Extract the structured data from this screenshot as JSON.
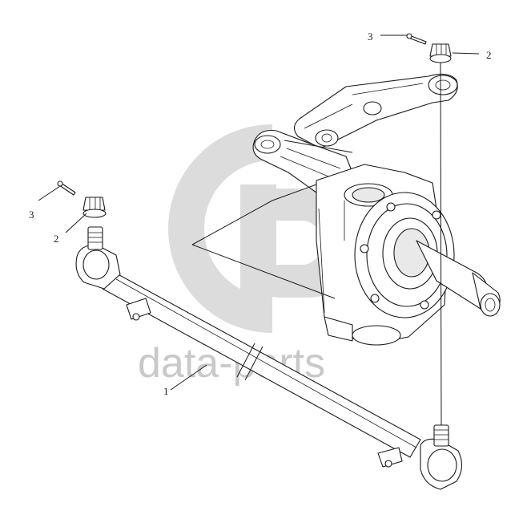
{
  "diagram": {
    "callouts": {
      "tie_rod": "1",
      "nut_left": "2",
      "cotter_pin_left": "3",
      "nut_top": "2",
      "cotter_pin_top": "3"
    },
    "watermark": {
      "text": "data-parts",
      "color": "#c9c9c9"
    },
    "colors": {
      "line": "#1a1a1a",
      "background": "#ffffff"
    }
  }
}
